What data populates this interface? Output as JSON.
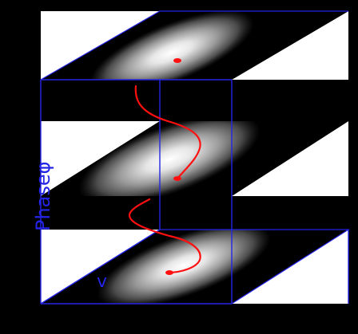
{
  "labels": {
    "phase_axis": "Phase",
    "phase_symbol": "φ",
    "v_axis": "v"
  },
  "colors": {
    "background": "#000000",
    "frame": "#ffffff",
    "axis": "#2424e6",
    "trajectory": "#ff1010",
    "density_peak": "#ffffff",
    "density_edge": "#3a3a3a"
  },
  "panels": [
    {
      "name": "top-panel"
    },
    {
      "name": "middle-panel"
    },
    {
      "name": "bottom-panel"
    }
  ]
}
